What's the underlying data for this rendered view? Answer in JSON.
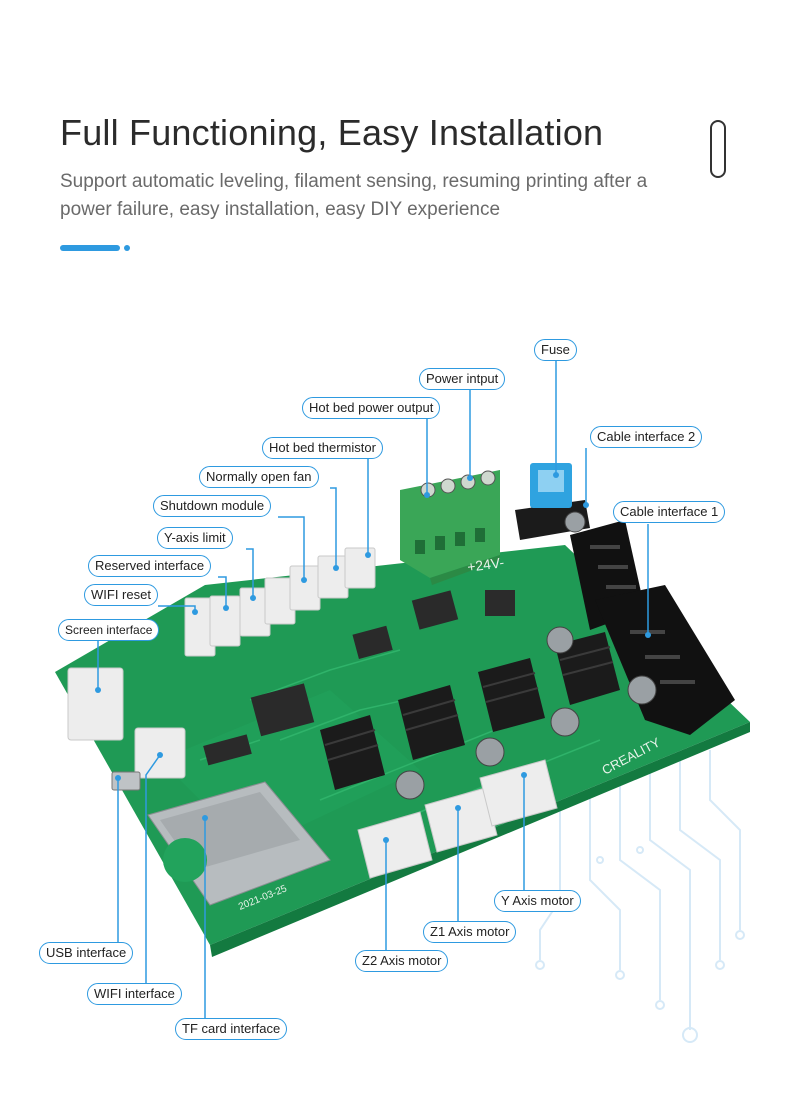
{
  "header": {
    "title": "Full Functioning, Easy Installation",
    "subtitle": "Support automatic leveling, filament sensing, resuming printing after a power failure, easy installation, easy DIY experience"
  },
  "colors": {
    "accent": "#2e9ae0",
    "board": "#1f9a55",
    "board_dark": "#137a40",
    "terminal": "#3aa657",
    "connector": "#ededed",
    "heatsink": "#1b1b1b"
  },
  "board": {
    "silkscreen_brand": "CREALITY",
    "silkscreen_voltage": "+24V-",
    "silkscreen_date": "2021-03-25"
  },
  "labels": {
    "fuse": "Fuse",
    "power_input": "Power intput",
    "hot_bed_power_output": "Hot bed power output",
    "cable_interface_2": "Cable interface 2",
    "hot_bed_thermistor": "Hot bed thermistor",
    "cable_interface_1": "Cable interface 1",
    "normally_open_fan": "Normally open fan",
    "shutdown_module": "Shutdown module",
    "y_axis_limit": "Y-axis limit",
    "reserved_interface": "Reserved interface",
    "wifi_reset": "WIFI reset",
    "screen_interface": "Screen interface",
    "y_axis_motor": "Y Axis motor",
    "z1_axis_motor": "Z1 Axis motor",
    "z2_axis_motor": "Z2 Axis motor",
    "usb_interface": "USB interface",
    "wifi_interface": "WIFI interface",
    "tf_card_interface": "TF card interface"
  }
}
